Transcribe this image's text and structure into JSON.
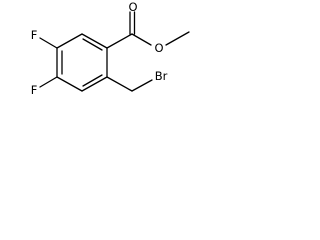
{
  "molecule": {
    "atoms": {
      "fluorine_top": "F",
      "fluorine_bottom": "F",
      "bromine": "Br",
      "carbonyl_oxygen": "O",
      "ester_oxygen": "O"
    }
  }
}
